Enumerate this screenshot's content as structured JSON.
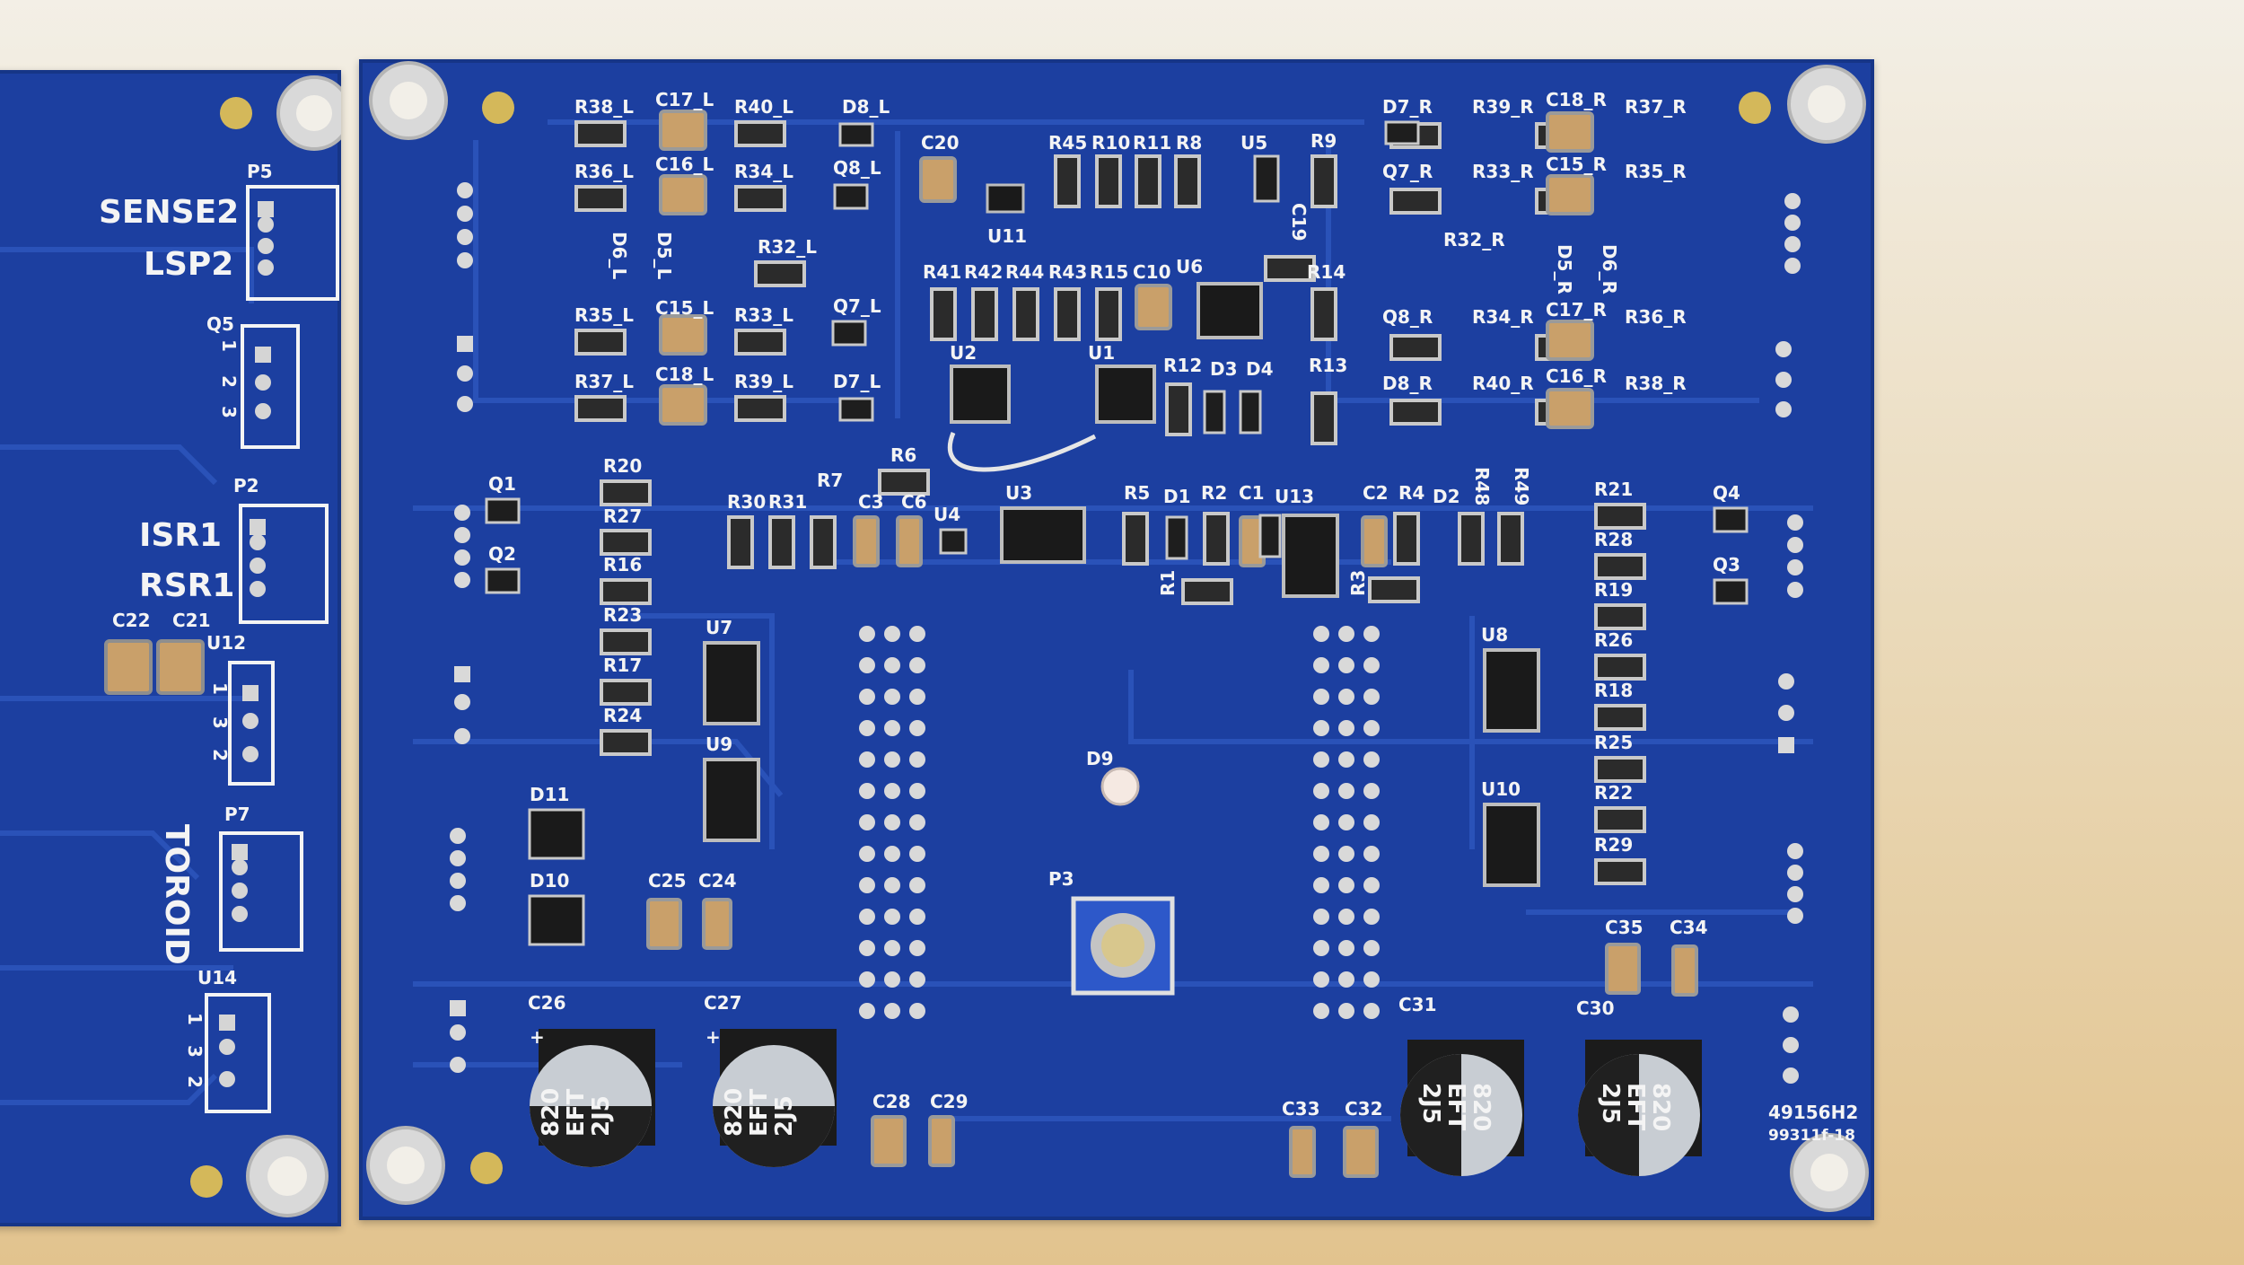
{
  "left_board": {
    "header_labels": [
      "P5",
      "SENSE2",
      "LSP2",
      "Q5",
      "P2",
      "ISR1",
      "RSR1",
      "C22",
      "C21",
      "U12",
      "P7",
      "TOROID",
      "U14"
    ],
    "pin_numbers": [
      "1",
      "2",
      "3",
      "1",
      "3",
      "2",
      "1",
      "3",
      "2"
    ]
  },
  "right_board": {
    "top_left_labels": [
      "R38_L",
      "C17_L",
      "R40_L",
      "D8_L",
      "R36_L",
      "C16_L",
      "R34_L",
      "Q8_L",
      "D6_L",
      "D5_L",
      "R32_L",
      "R35_L",
      "C15_L",
      "R33_L",
      "Q7_L",
      "R37_L",
      "C18_L",
      "R39_L",
      "D7_L"
    ],
    "top_mid_labels": [
      "C20",
      "U11",
      "R45",
      "R10",
      "R11",
      "R8",
      "U5",
      "R9",
      "C19",
      "R41",
      "R42",
      "R44",
      "R43",
      "R15",
      "C10",
      "U6",
      "R14",
      "U2",
      "U1",
      "R12",
      "D3",
      "D4",
      "R13"
    ],
    "top_right_labels": [
      "D7_R",
      "R39_R",
      "C18_R",
      "R37_R",
      "Q7_R",
      "R33_R",
      "C15_R",
      "R35_R",
      "R32_R",
      "D5_R",
      "D6_R",
      "Q8_R",
      "R34_R",
      "C17_R",
      "R36_R",
      "D8_R",
      "R40_R",
      "C16_R",
      "R38_R"
    ],
    "mid_labels": [
      "R20",
      "R27",
      "R16",
      "R23",
      "R17",
      "R24",
      "Q1",
      "Q2",
      "R6",
      "R7",
      "R30",
      "R31",
      "C3",
      "C6",
      "U4",
      "U3",
      "R5",
      "D1",
      "R2",
      "C1",
      "U13",
      "C2",
      "R4",
      "D2",
      "R48",
      "R49",
      "R1",
      "R3",
      "R21",
      "R28",
      "R19",
      "R26",
      "R18",
      "R25",
      "R22",
      "R29",
      "Q4",
      "Q3"
    ],
    "ic_labels": [
      "U7",
      "U9",
      "U8",
      "U10",
      "D9",
      "P3"
    ],
    "bottom_labels": [
      "D11",
      "D10",
      "C25",
      "C24",
      "C26",
      "C27",
      "C28",
      "C29",
      "C33",
      "C32",
      "C31",
      "C30",
      "C35",
      "C34"
    ],
    "cap_markings": [
      "820",
      "EFT",
      "2J5"
    ],
    "board_code": [
      "49156H2",
      "99311f-18"
    ],
    "plus_sign": "+"
  }
}
